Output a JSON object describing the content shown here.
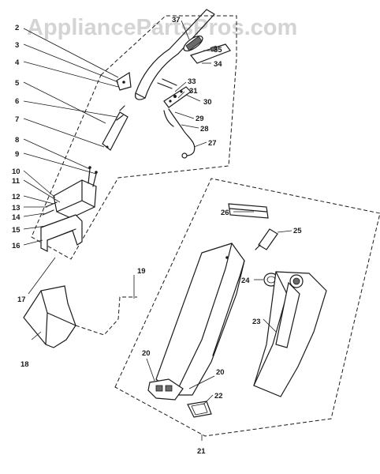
{
  "watermark": "AppliancePartsPros.com",
  "labels": [
    {
      "id": "p2",
      "text": "2"
    },
    {
      "id": "p3",
      "text": "3"
    },
    {
      "id": "p4",
      "text": "4"
    },
    {
      "id": "p5",
      "text": "5"
    },
    {
      "id": "p6",
      "text": "6"
    },
    {
      "id": "p7",
      "text": "7"
    },
    {
      "id": "p8",
      "text": "8"
    },
    {
      "id": "p9",
      "text": "9"
    },
    {
      "id": "p10",
      "text": "10"
    },
    {
      "id": "p11",
      "text": "11"
    },
    {
      "id": "p12",
      "text": "12"
    },
    {
      "id": "p13",
      "text": "13"
    },
    {
      "id": "p14",
      "text": "14"
    },
    {
      "id": "p15",
      "text": "15"
    },
    {
      "id": "p16",
      "text": "16"
    },
    {
      "id": "p17",
      "text": "17"
    },
    {
      "id": "p18",
      "text": "18"
    },
    {
      "id": "p19",
      "text": "19"
    },
    {
      "id": "p20a",
      "text": "20"
    },
    {
      "id": "p20b",
      "text": "20"
    },
    {
      "id": "p21",
      "text": "21"
    },
    {
      "id": "p22",
      "text": "22"
    },
    {
      "id": "p23",
      "text": "23"
    },
    {
      "id": "p24",
      "text": "24"
    },
    {
      "id": "p25",
      "text": "25"
    },
    {
      "id": "p26",
      "text": "26"
    },
    {
      "id": "p27",
      "text": "27"
    },
    {
      "id": "p28",
      "text": "28"
    },
    {
      "id": "p29",
      "text": "29"
    },
    {
      "id": "p30",
      "text": "30"
    },
    {
      "id": "p31",
      "text": "31"
    },
    {
      "id": "p33",
      "text": "33"
    },
    {
      "id": "p34",
      "text": "34"
    },
    {
      "id": "p35",
      "text": "35"
    },
    {
      "id": "p37",
      "text": "37"
    }
  ]
}
